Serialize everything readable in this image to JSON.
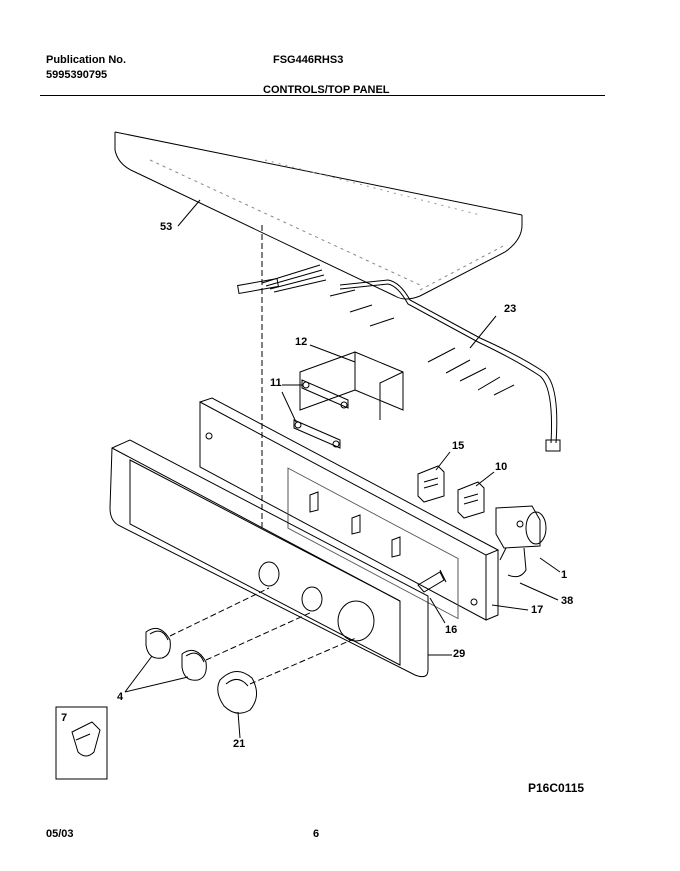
{
  "header": {
    "publication_label": "Publication No.",
    "publication_number": "5995390795",
    "model": "FSG446RHS3",
    "section_title": "CONTROLS/TOP PANEL"
  },
  "callouts": {
    "c53": "53",
    "c23": "23",
    "c12": "12",
    "c11": "11",
    "c15": "15",
    "c10": "10",
    "c1": "1",
    "c38": "38",
    "c17": "17",
    "c16": "16",
    "c29": "29",
    "c4": "4",
    "c21": "21",
    "c7": "7"
  },
  "figure_code": "P16C0115",
  "footer": {
    "date": "05/03",
    "page": "6"
  }
}
